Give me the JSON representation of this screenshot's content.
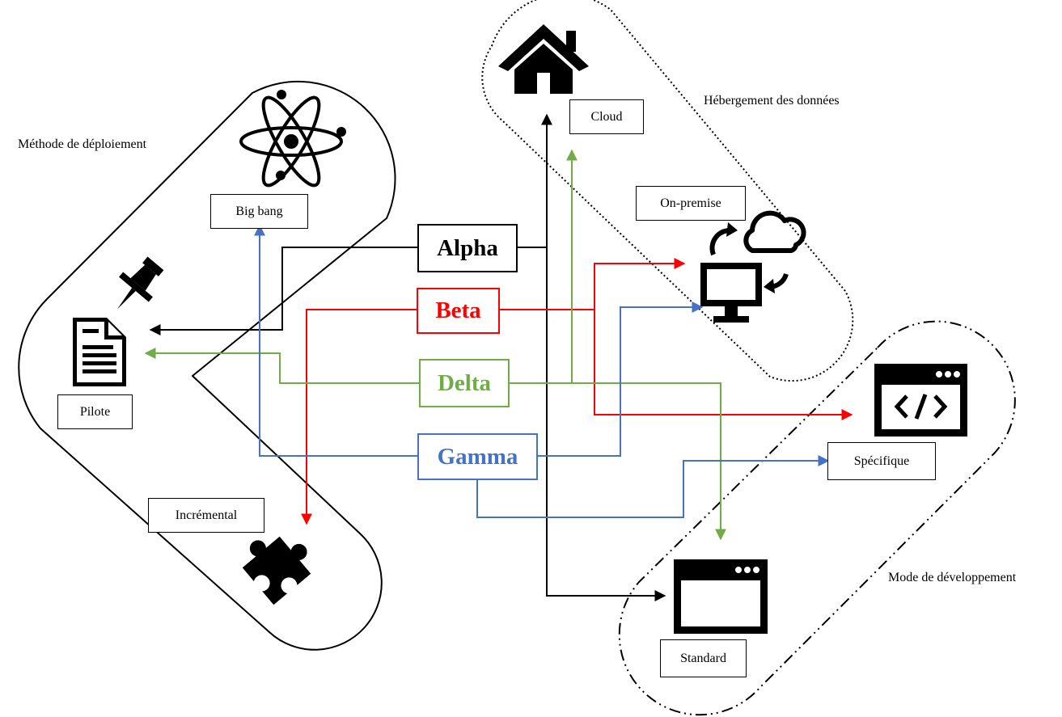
{
  "groups": {
    "deployment": {
      "label": "Méthode de déploiement"
    },
    "hosting": {
      "label": "Hébergement des données"
    },
    "development": {
      "label": "Mode de développement"
    }
  },
  "options": {
    "big_bang": "Big bang",
    "pilote": "Pilote",
    "incremental": "Incrémental",
    "cloud": "Cloud",
    "on_premise": "On-premise",
    "specifique": "Spécifique",
    "standard": "Standard"
  },
  "scenarios": {
    "alpha": {
      "label": "Alpha",
      "color": "#000000"
    },
    "beta": {
      "label": "Beta",
      "color": "#ff0000"
    },
    "delta": {
      "label": "Delta",
      "color": "#70ad47"
    },
    "gamma": {
      "label": "Gamma",
      "color": "#4472c4"
    }
  },
  "icons": {
    "big_bang": "atom-icon",
    "pilote": "document-icon",
    "pin": "pushpin-icon",
    "incremental": "puzzle-piece-icon",
    "cloud": "house-icon",
    "on_premise": "cloud-sync-computer-icon",
    "specifique": "code-window-icon",
    "standard": "browser-window-icon"
  }
}
